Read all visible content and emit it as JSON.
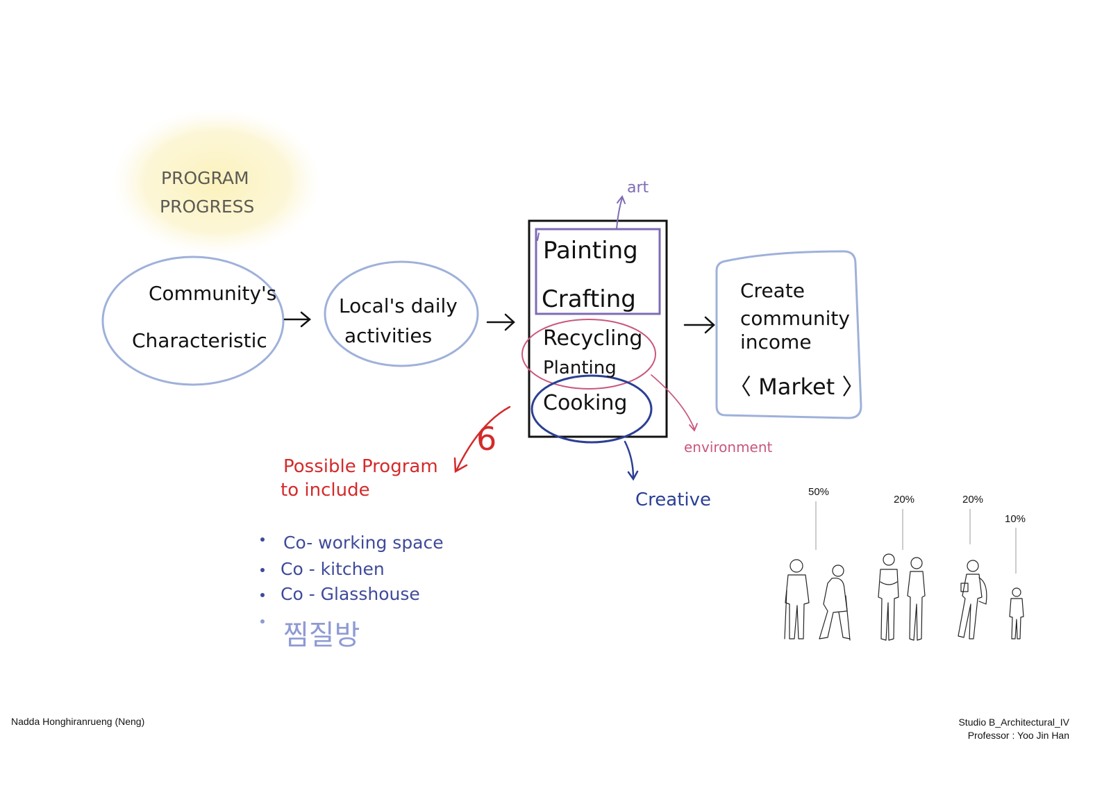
{
  "title": {
    "line1": "PROGRAM",
    "line2": "PROGRESS"
  },
  "flow": {
    "step1": {
      "line1": "Community's",
      "line2": "Characteristic"
    },
    "step2": {
      "line1": "Local's  daily",
      "line2": "activities"
    },
    "activities": [
      "Painting",
      "Crafting",
      "Recycling",
      "Planting",
      "Cooking"
    ],
    "step4": {
      "line1": "Create",
      "line2": "community",
      "line3": "income",
      "market": "〈 Market 〉"
    }
  },
  "annotations": {
    "art": "art",
    "environment": "environment",
    "creative": "Creative",
    "number": "6"
  },
  "possible": {
    "heading_line1": "Possible  Program",
    "heading_line2": "to  include",
    "items": [
      "Co- working  space",
      "Co - kitchen",
      "Co - Glasshouse",
      "찜질방"
    ]
  },
  "demographics": {
    "percentages": [
      "50%",
      "20%",
      "20%",
      "10%"
    ]
  },
  "colors": {
    "ellipse": "#9fb1da",
    "purple": "#7e6bb5",
    "pink": "#c9577d",
    "navy": "#2b3f94",
    "red": "#d42a2a",
    "list": "#3f4a9a",
    "korean": "#8e9ad4",
    "highlight": "#fbf1b8"
  },
  "footer": {
    "author": "Nadda Honghiranrueng (Neng)",
    "studio": "Studio B_Architectural_IV",
    "professor": "Professor : Yoo Jin Han"
  }
}
